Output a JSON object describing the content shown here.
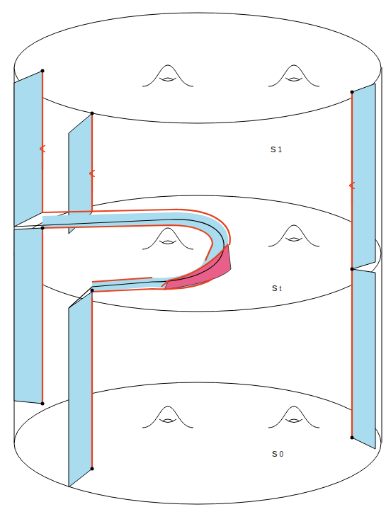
{
  "diagram": {
    "labels": [
      "s1",
      "st",
      "s0"
    ]
  }
}
